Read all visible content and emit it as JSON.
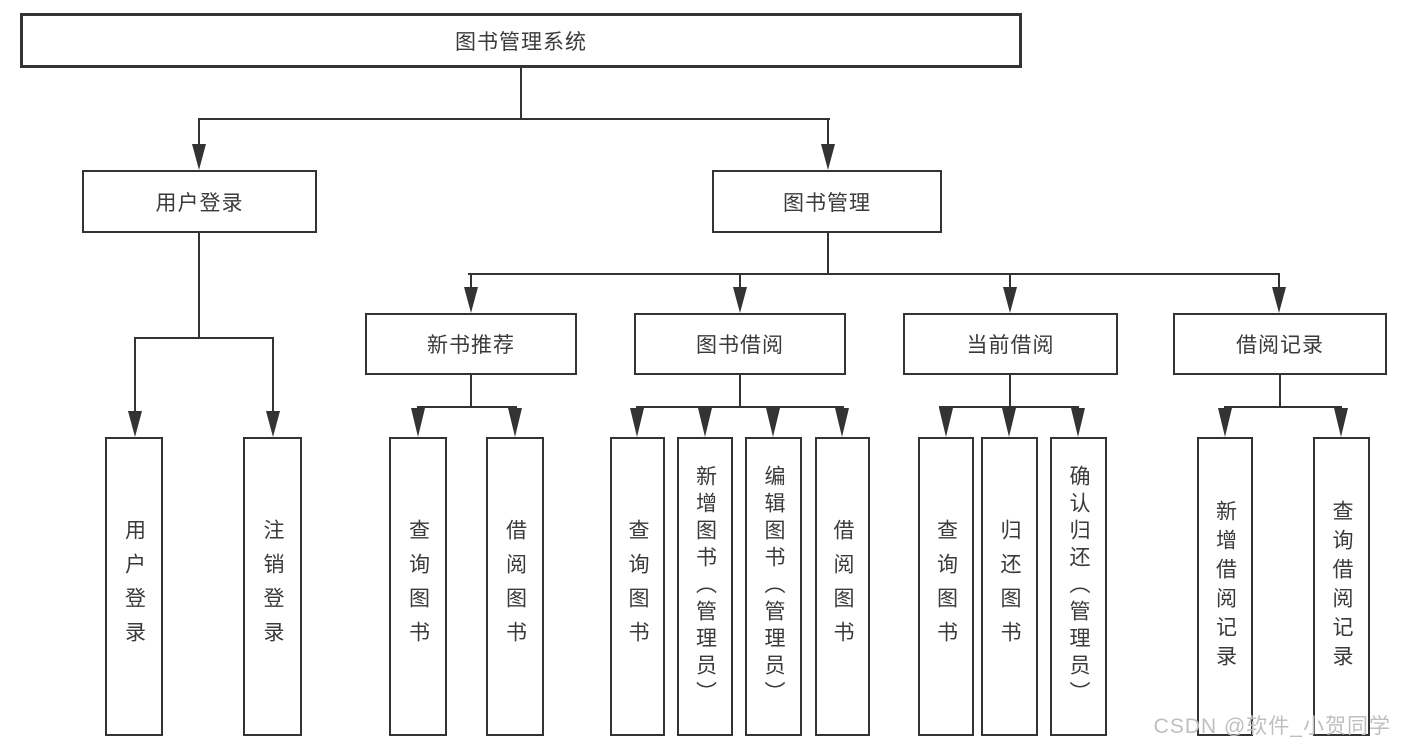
{
  "diagram": {
    "title": "图书管理系统",
    "tree": {
      "label": "图书管理系统",
      "children": [
        {
          "label": "用户登录",
          "children": [
            {
              "label": "用户登录"
            },
            {
              "label": "注销登录"
            }
          ]
        },
        {
          "label": "图书管理",
          "children": [
            {
              "label": "新书推荐",
              "children": [
                {
                  "label": "查询图书"
                },
                {
                  "label": "借阅图书"
                }
              ]
            },
            {
              "label": "图书借阅",
              "children": [
                {
                  "label": "查询图书"
                },
                {
                  "label": "新增图书（管理员）"
                },
                {
                  "label": "编辑图书（管理员）"
                },
                {
                  "label": "借阅图书"
                }
              ]
            },
            {
              "label": "当前借阅",
              "children": [
                {
                  "label": "查询图书"
                },
                {
                  "label": "归还图书"
                },
                {
                  "label": "确认归还（管理员）"
                }
              ]
            },
            {
              "label": "借阅记录",
              "children": [
                {
                  "label": "新增借阅记录"
                },
                {
                  "label": "查询借阅记录"
                }
              ]
            }
          ]
        }
      ]
    },
    "watermark": "CSDN @软件_小贺同学",
    "colors": {
      "line": "#333333",
      "text": "#3a3a3a",
      "background": "#ffffff",
      "watermark": "#bfbfbf"
    }
  }
}
